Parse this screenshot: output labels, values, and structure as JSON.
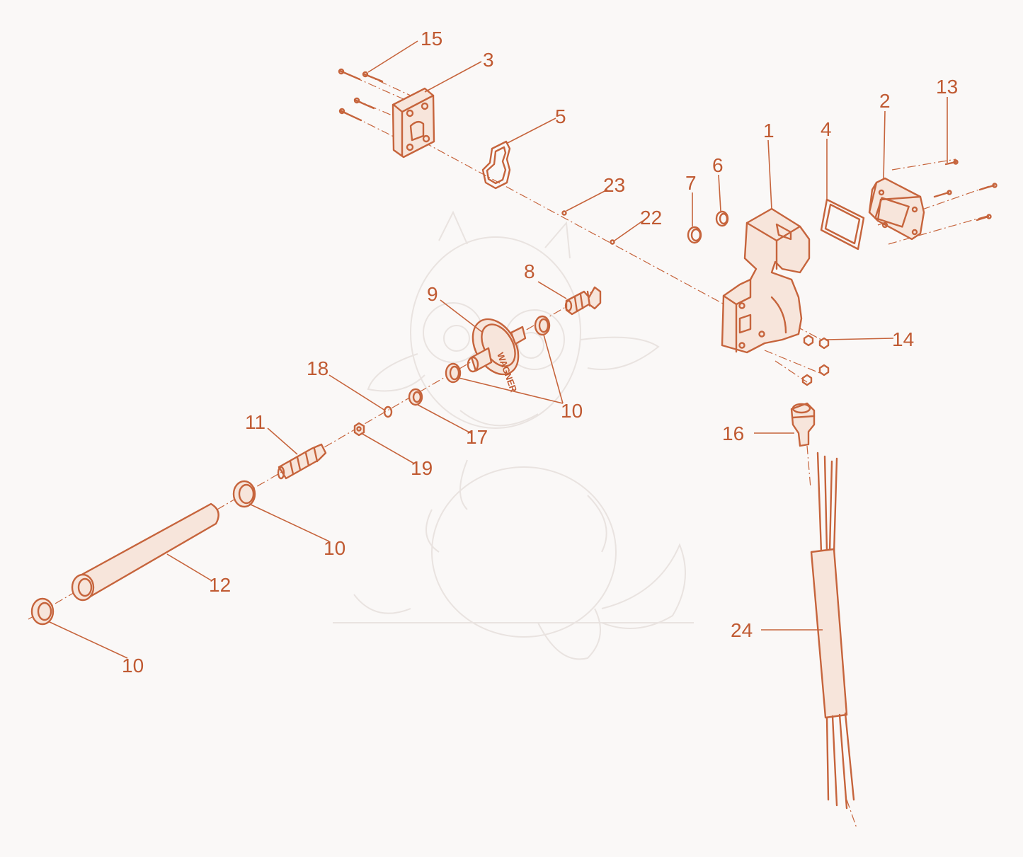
{
  "colors": {
    "line": "#c6643c",
    "label": "#c05a32",
    "background": "#faf8f7",
    "watermark": "#e9e3e0"
  },
  "watermark": {
    "icon": "baby-dragon-illustration"
  },
  "callouts": {
    "c1": "1",
    "c2": "2",
    "c3": "3",
    "c4": "4",
    "c5": "5",
    "c6": "6",
    "c7": "7",
    "c8": "8",
    "c9": "9",
    "c10a": "10",
    "c10b": "10",
    "c10c": "10",
    "c11": "11",
    "c12": "12",
    "c13": "13",
    "c14": "14",
    "c15": "15",
    "c16": "16",
    "c17": "17",
    "c18": "18",
    "c19": "19",
    "c22": "22",
    "c23": "23",
    "c24": "24"
  },
  "parts": {
    "flange_embossed_text": "WAGNER"
  }
}
